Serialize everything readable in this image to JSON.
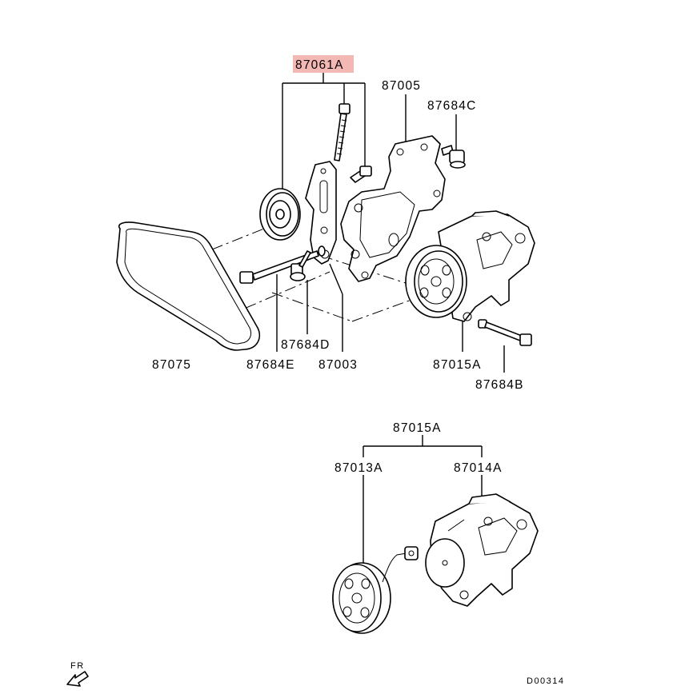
{
  "labels": {
    "assembly_87061A": "87061A",
    "part_87005": "87005",
    "part_87684C": "87684C",
    "part_87075": "87075",
    "part_87684E": "87684E",
    "part_87684D": "87684D",
    "part_87003": "87003",
    "part_87015A_top": "87015A",
    "part_87684B": "87684B",
    "part_87015A_group": "87015A",
    "part_87013A": "87013A",
    "part_87014A": "87014A"
  },
  "footer": {
    "direction_label": "FR",
    "diagram_code": "D00314"
  },
  "colors": {
    "highlight": "#f4b8b4",
    "line": "#000000",
    "background": "#ffffff"
  }
}
